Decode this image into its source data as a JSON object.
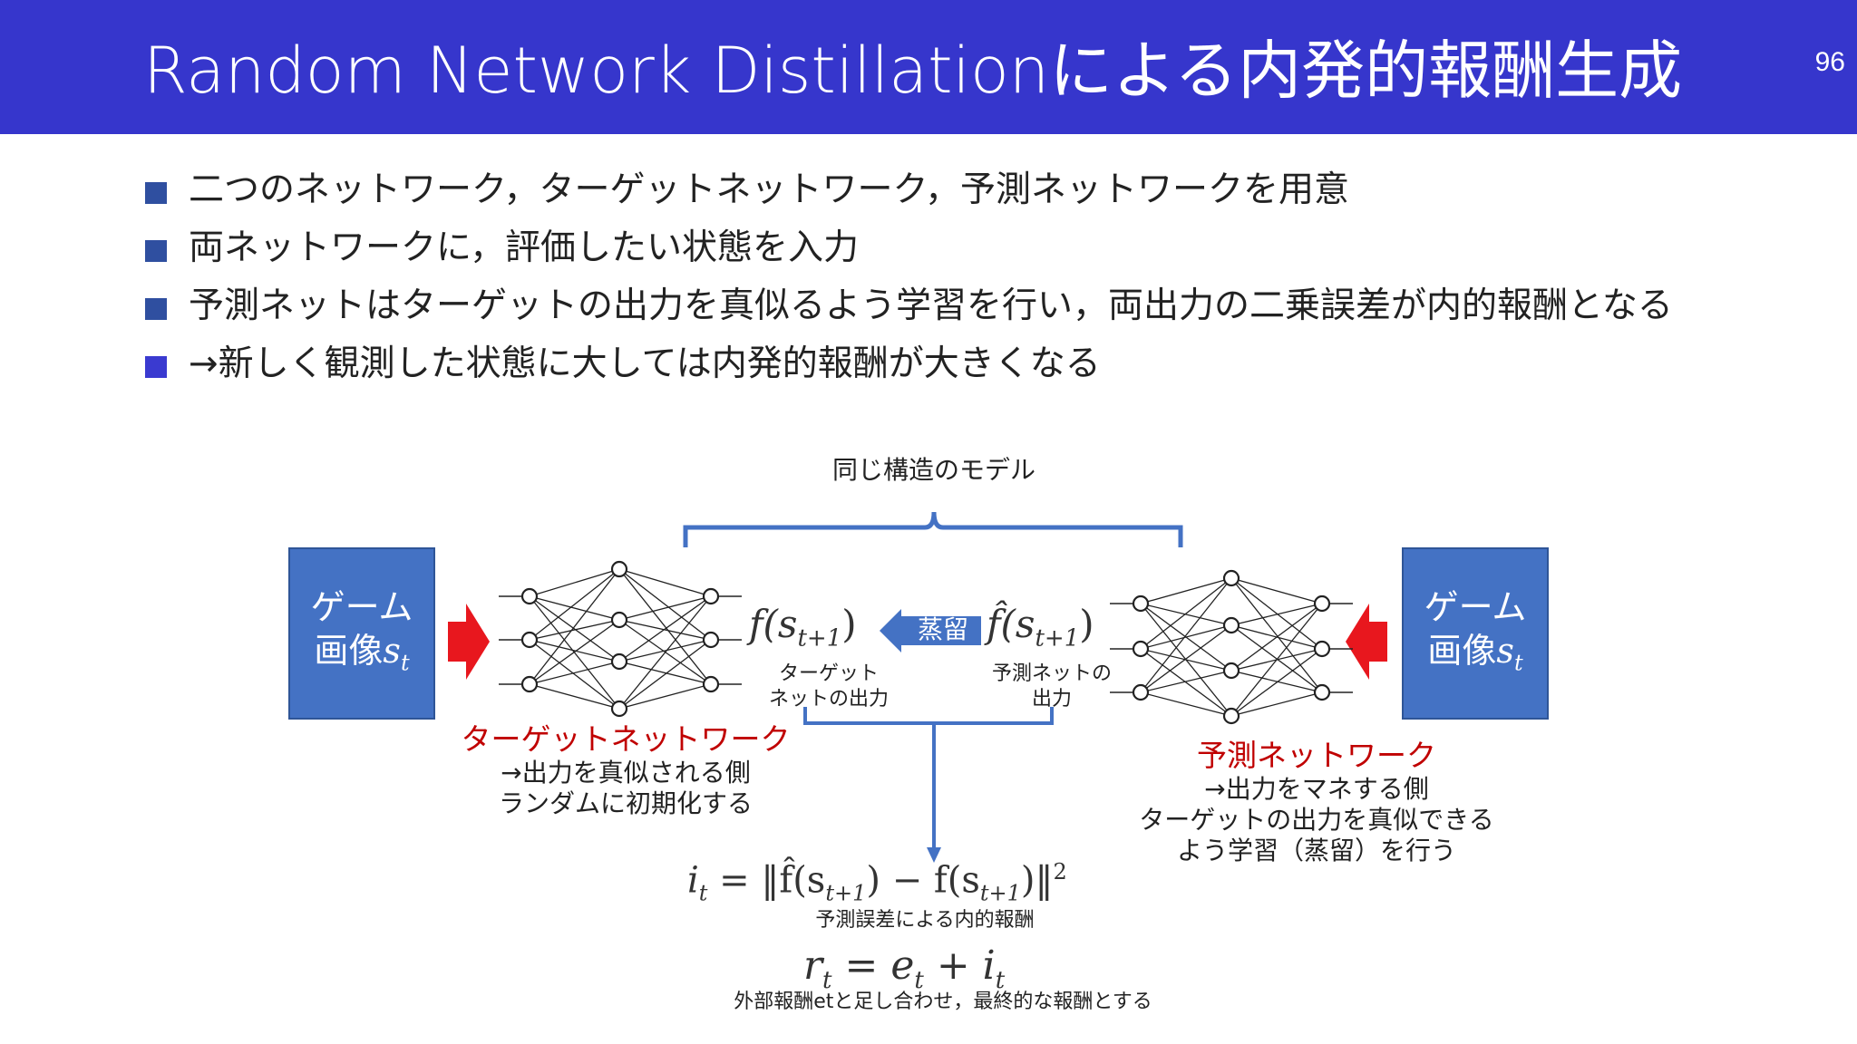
{
  "slide": {
    "title": "Random Network Distillationによる内発的報酬生成",
    "page_number": "96",
    "header_color": "#3636cc"
  },
  "bullets": [
    "二つのネットワーク，ターゲットネットワーク，予測ネットワークを用意",
    "両ネットワークに，評価したい状態を入力",
    "予測ネットはターゲットの出力を真似るよう学習を行い，両出力の二乗誤差が内的報酬となる",
    " →新しく観測した状態に大しては内発的報酬が大きくなる"
  ],
  "diagram": {
    "top_label": "同じ構造のモデル",
    "left_box": {
      "line1": "ゲーム",
      "line2": "画像",
      "sym": "s",
      "sub": "t"
    },
    "right_box": {
      "line1": "ゲーム",
      "line2": "画像",
      "sym": "s",
      "sub": "t"
    },
    "distill_label": "蒸留",
    "target_output_math": "f(s",
    "target_output_sub": "t+1",
    "pred_output_math": "f̂(s",
    "pred_output_sub": "t+1",
    "target_output_caption_1": "ターゲット",
    "target_output_caption_2": "ネットの出力",
    "pred_output_caption_1": "予測ネットの",
    "pred_output_caption_2": "出力",
    "target_net": {
      "name": "ターゲットネットワーク",
      "line1": "→出力を真似される側",
      "line2": "ランダムに初期化する"
    },
    "pred_net": {
      "name": "予測ネットワーク",
      "line1": "→出力をマネする側",
      "line2": "ターゲットの出力を真似できる",
      "line3": "よう学習（蒸留）を行う"
    },
    "eq1": "i",
    "eq1_sub": "t",
    "eq1_rest": " = ‖f̂(s",
    "eq1_sub2": "t+1",
    "eq1_mid": ") − f(s",
    "eq1_sub3": "t+1",
    "eq1_end": ")‖",
    "eq1_sup": "2",
    "eq1_caption": "予測誤差による内的報酬",
    "eq2_r": "r",
    "eq2_r_sub": "t",
    "eq2_mid": " = e",
    "eq2_e_sub": "t",
    "eq2_plus": " + i",
    "eq2_i_sub": "t",
    "eq2_caption": "外部報酬etと足し合わせ，最終的な報酬とする",
    "colors": {
      "box": "#4472c4",
      "arrow_red": "#e8171e",
      "bracket": "#4472c4",
      "network": "#222222"
    }
  }
}
